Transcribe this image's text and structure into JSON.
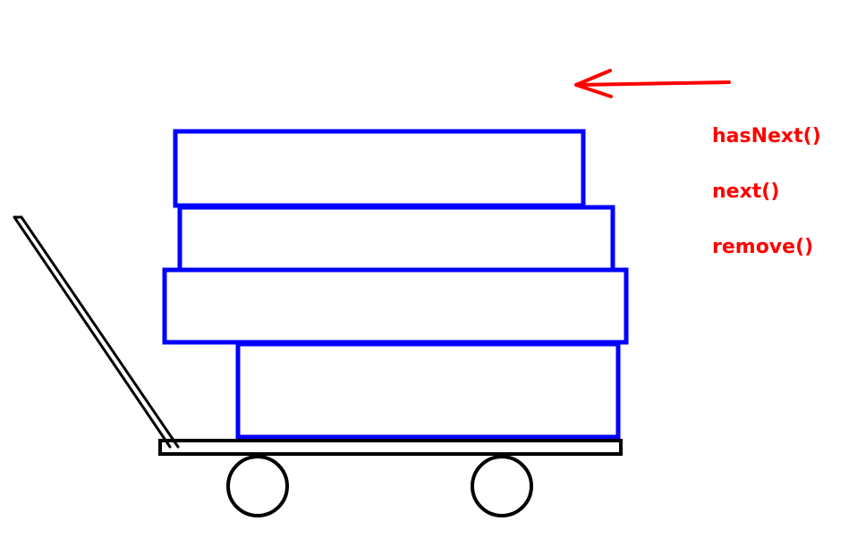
{
  "colors": {
    "background": "#ffffff",
    "box": "#0000ff",
    "cart": "#000000",
    "annotation": "#ff0000"
  },
  "methods": [
    {
      "label": "hasNext()"
    },
    {
      "label": "next()"
    },
    {
      "label": "remove()"
    }
  ],
  "arrow": {
    "direction": "left"
  }
}
